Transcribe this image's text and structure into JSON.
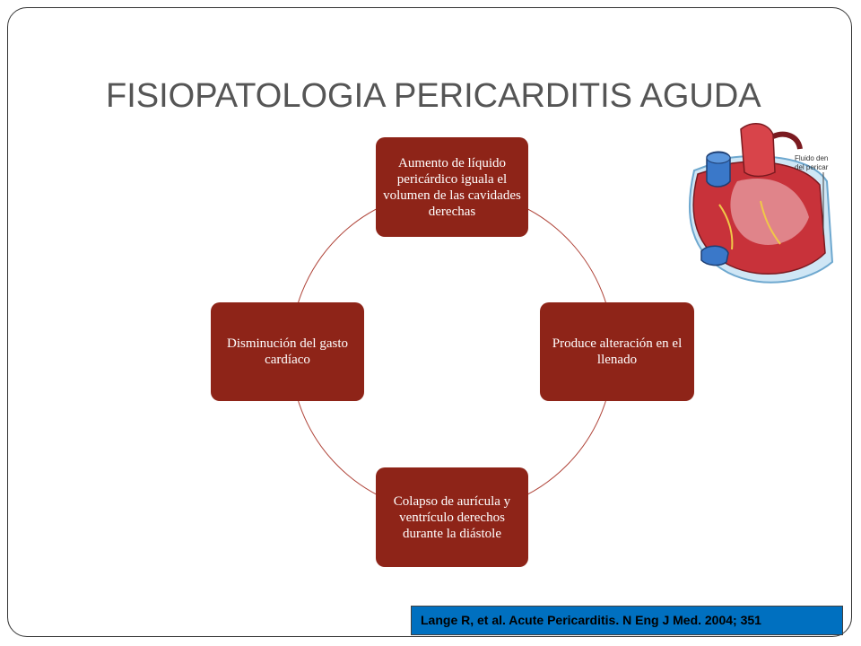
{
  "slide": {
    "title": "FISIOPATOLOGIA PERICARDITIS AGUDA"
  },
  "cycle": {
    "nodes": [
      {
        "id": "top",
        "text": "Aumento de líquido pericárdico iguala el volumen  de las cavidades derechas"
      },
      {
        "id": "right",
        "text": "Produce alteración en el llenado"
      },
      {
        "id": "bottom",
        "text": "Colapso de aurícula y ventrículo derechos durante la diástole"
      },
      {
        "id": "left",
        "text": "Disminución del gasto cardíaco"
      }
    ],
    "node_color": "#8e2418",
    "connector_color": "#a84c3f"
  },
  "illustration": {
    "label_line1": "Fluido den",
    "label_line2": "del pericar"
  },
  "citation": {
    "text": "Lange R, et al. Acute Pericarditis. N Eng J Med. 2004; 351",
    "background": "#0070c0"
  }
}
